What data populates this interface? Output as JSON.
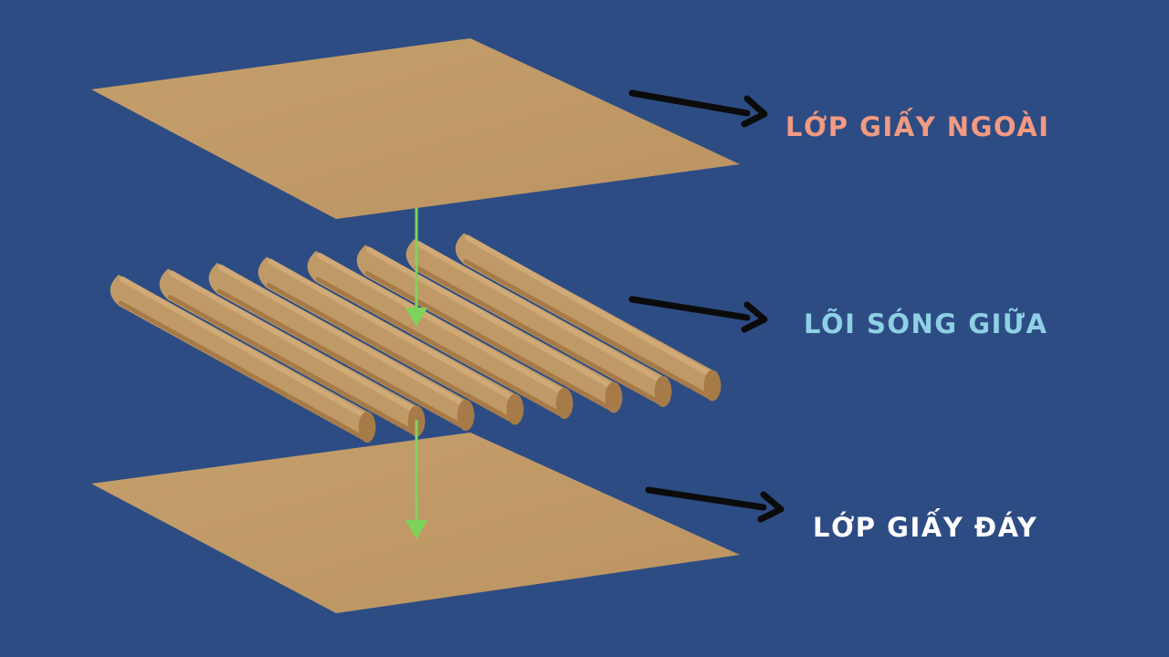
{
  "colors": {
    "background": "#2d4c84",
    "paper": "#c09a66",
    "paper_dark": "#a67b48",
    "paper_light": "#d0aa76",
    "flow_arrow": "#7ed35a",
    "pointer_arrow": "#0b0b0b"
  },
  "layers": [
    {
      "label": "LỚP GIẤY NGOÀI",
      "color": "#f29a82"
    },
    {
      "label": "LÕI SÓNG GIỮA",
      "color": "#8fd0e4"
    },
    {
      "label": "LỚP GIẤY ĐÁY",
      "color": "#ffffff"
    }
  ],
  "icons": {
    "flow": "arrow-down-icon",
    "pointer": "arrow-right-icon"
  }
}
